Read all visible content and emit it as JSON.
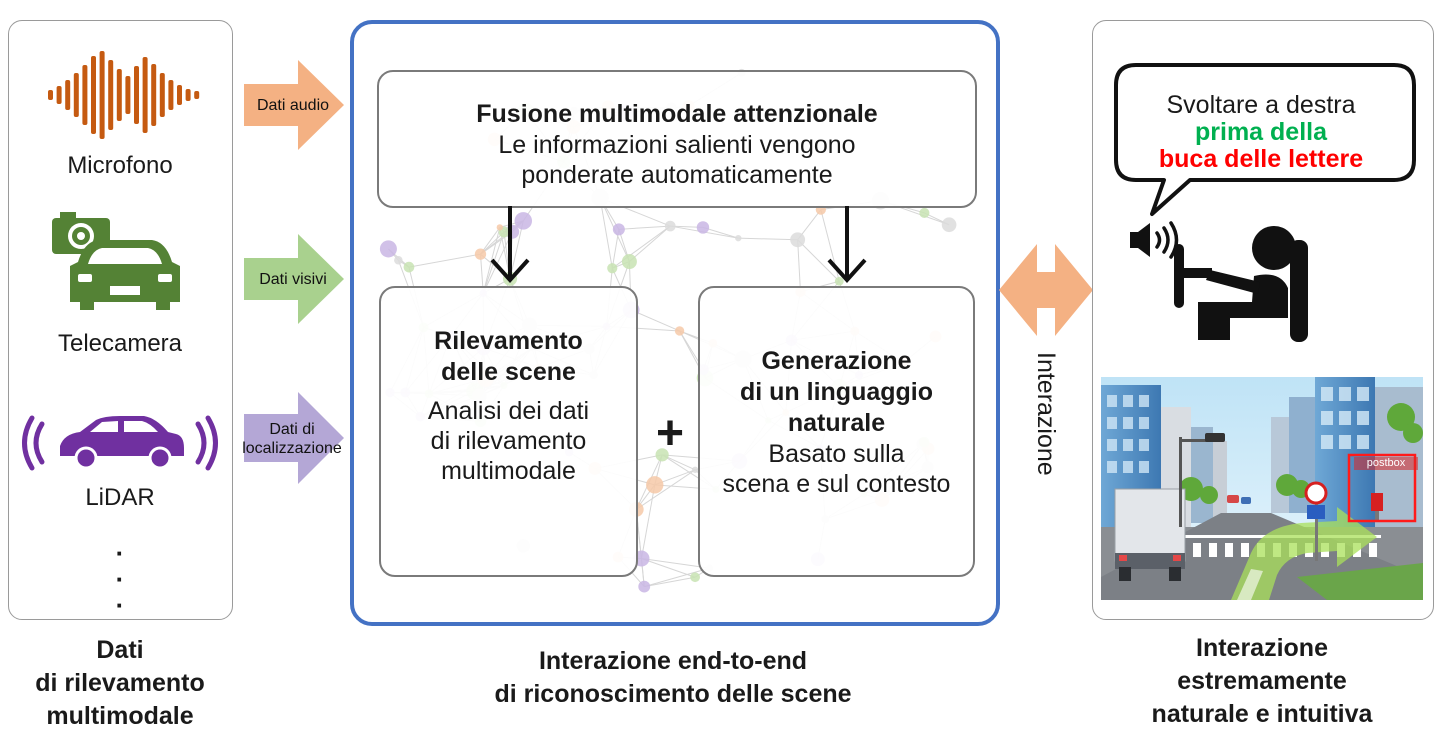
{
  "sources": {
    "microphone": {
      "label": "Microfono",
      "icon": "sound-wave-icon",
      "color": "#c55a11"
    },
    "camera": {
      "label": "Telecamera",
      "icon": "camera-car-icon",
      "color": "#548235"
    },
    "lidar": {
      "label": "LiDAR",
      "icon": "lidar-car-icon",
      "color": "#7030a0"
    },
    "more": "·\n·\n·"
  },
  "arrows": {
    "audio": {
      "label": "Dati audio",
      "color": "#f4b183"
    },
    "visual": {
      "label": "Dati visivi",
      "color": "#a9d18e"
    },
    "location": {
      "label_line1": "Dati di",
      "label_line2": "localizzazione",
      "color": "#b4a7d6"
    }
  },
  "left_caption": {
    "line1": "Dati",
    "line2": "di rilevamento",
    "line3": "multimodale"
  },
  "fusion": {
    "title": "Fusione multimodale attenzionale",
    "line1": "Le informazioni salienti vengono",
    "line2": "ponderate automaticamente"
  },
  "scene": {
    "title_line1": "Rilevamento",
    "title_line2": "delle scene",
    "line1": "Analisi dei dati",
    "line2": "di rilevamento",
    "line3": "multimodale"
  },
  "plus": "+",
  "language": {
    "title_line1": "Generazione",
    "title_line2": "di un linguaggio",
    "title_line3": "naturale",
    "line1": "Basato sulla",
    "line2": "scena e sul contesto"
  },
  "center_caption": {
    "line1": "Interazione end-to-end",
    "line2": "di riconoscimento delle scene"
  },
  "interaction_label": "Interazione",
  "speech": {
    "line1": "Svoltare a destra",
    "line2": "prima della",
    "line3": "buca delle lettere",
    "line2_color": "#00b050",
    "line3_color": "#ff0000"
  },
  "scene_image": {
    "postbox_label": "postbox"
  },
  "right_caption": {
    "line1": "Interazione",
    "line2": "estremamente",
    "line3": "naturale e intuitiva"
  },
  "colors": {
    "frame_blue": "#4472c4",
    "interaction_arrow": "#f4b183"
  }
}
